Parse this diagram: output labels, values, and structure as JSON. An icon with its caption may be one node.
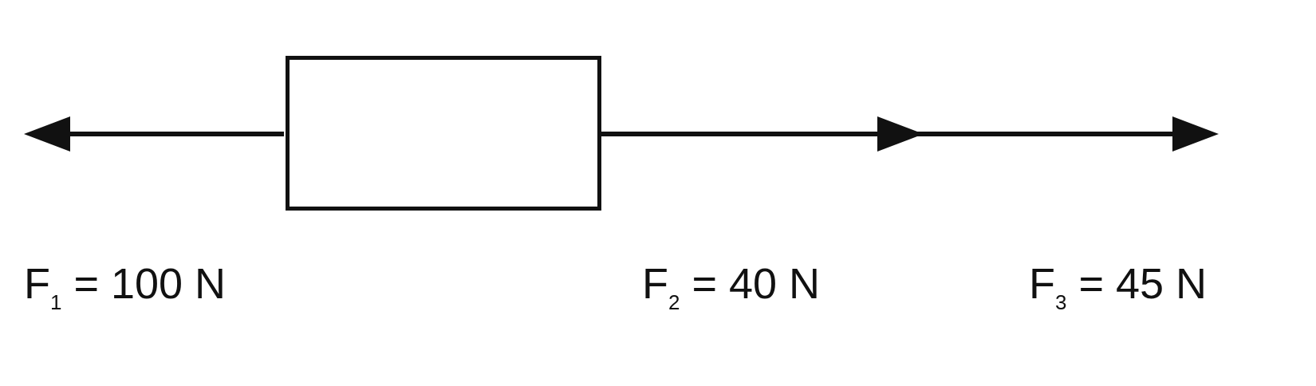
{
  "diagram": {
    "nodes": [
      {
        "text": [],
        "shape": "box"
      }
    ],
    "labels": [
      "F$_{1}$ = 100 N",
      "F$_{2}$ = 40 N",
      "F$_{3}$ = 45 N"
    ]
  }
}
